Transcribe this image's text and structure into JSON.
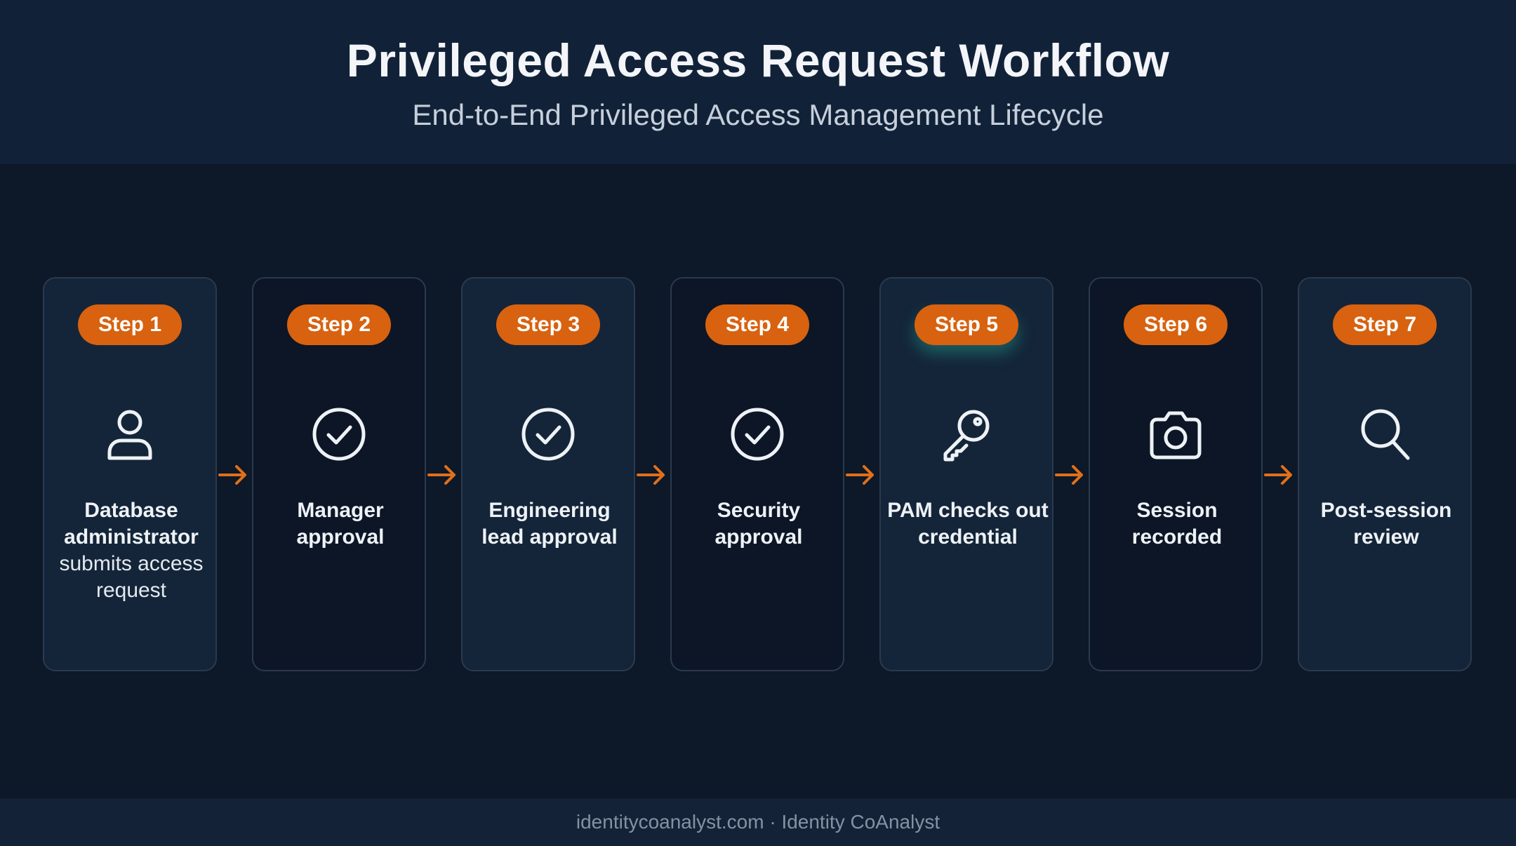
{
  "header": {
    "title": "Privileged Access Request Workflow",
    "subtitle": "End-to-End Privileged Access Management Lifecycle"
  },
  "steps": [
    {
      "badge": "Step 1",
      "icon": "user-icon",
      "label_bold": "Database administrator",
      "label_normal": "submits access request"
    },
    {
      "badge": "Step 2",
      "icon": "check-circle-icon",
      "label_bold": "Manager approval",
      "label_normal": ""
    },
    {
      "badge": "Step 3",
      "icon": "check-circle-icon",
      "label_bold": "Engineering lead approval",
      "label_normal": ""
    },
    {
      "badge": "Step 4",
      "icon": "check-circle-icon",
      "label_bold": "Security approval",
      "label_normal": ""
    },
    {
      "badge": "Step 5",
      "icon": "key-icon",
      "label_bold": "PAM checks out credential",
      "label_normal": ""
    },
    {
      "badge": "Step 6",
      "icon": "camera-icon",
      "label_bold": "Session recorded",
      "label_normal": ""
    },
    {
      "badge": "Step 7",
      "icon": "search-icon",
      "label_bold": "Post-session review",
      "label_normal": ""
    }
  ],
  "colors": {
    "accent": "#d8620f",
    "background": "#0c1726",
    "header_background": "#112238",
    "card_border": "#2b3a4e"
  },
  "footer": {
    "text": "identitycoanalyst.com · Identity CoAnalyst"
  }
}
